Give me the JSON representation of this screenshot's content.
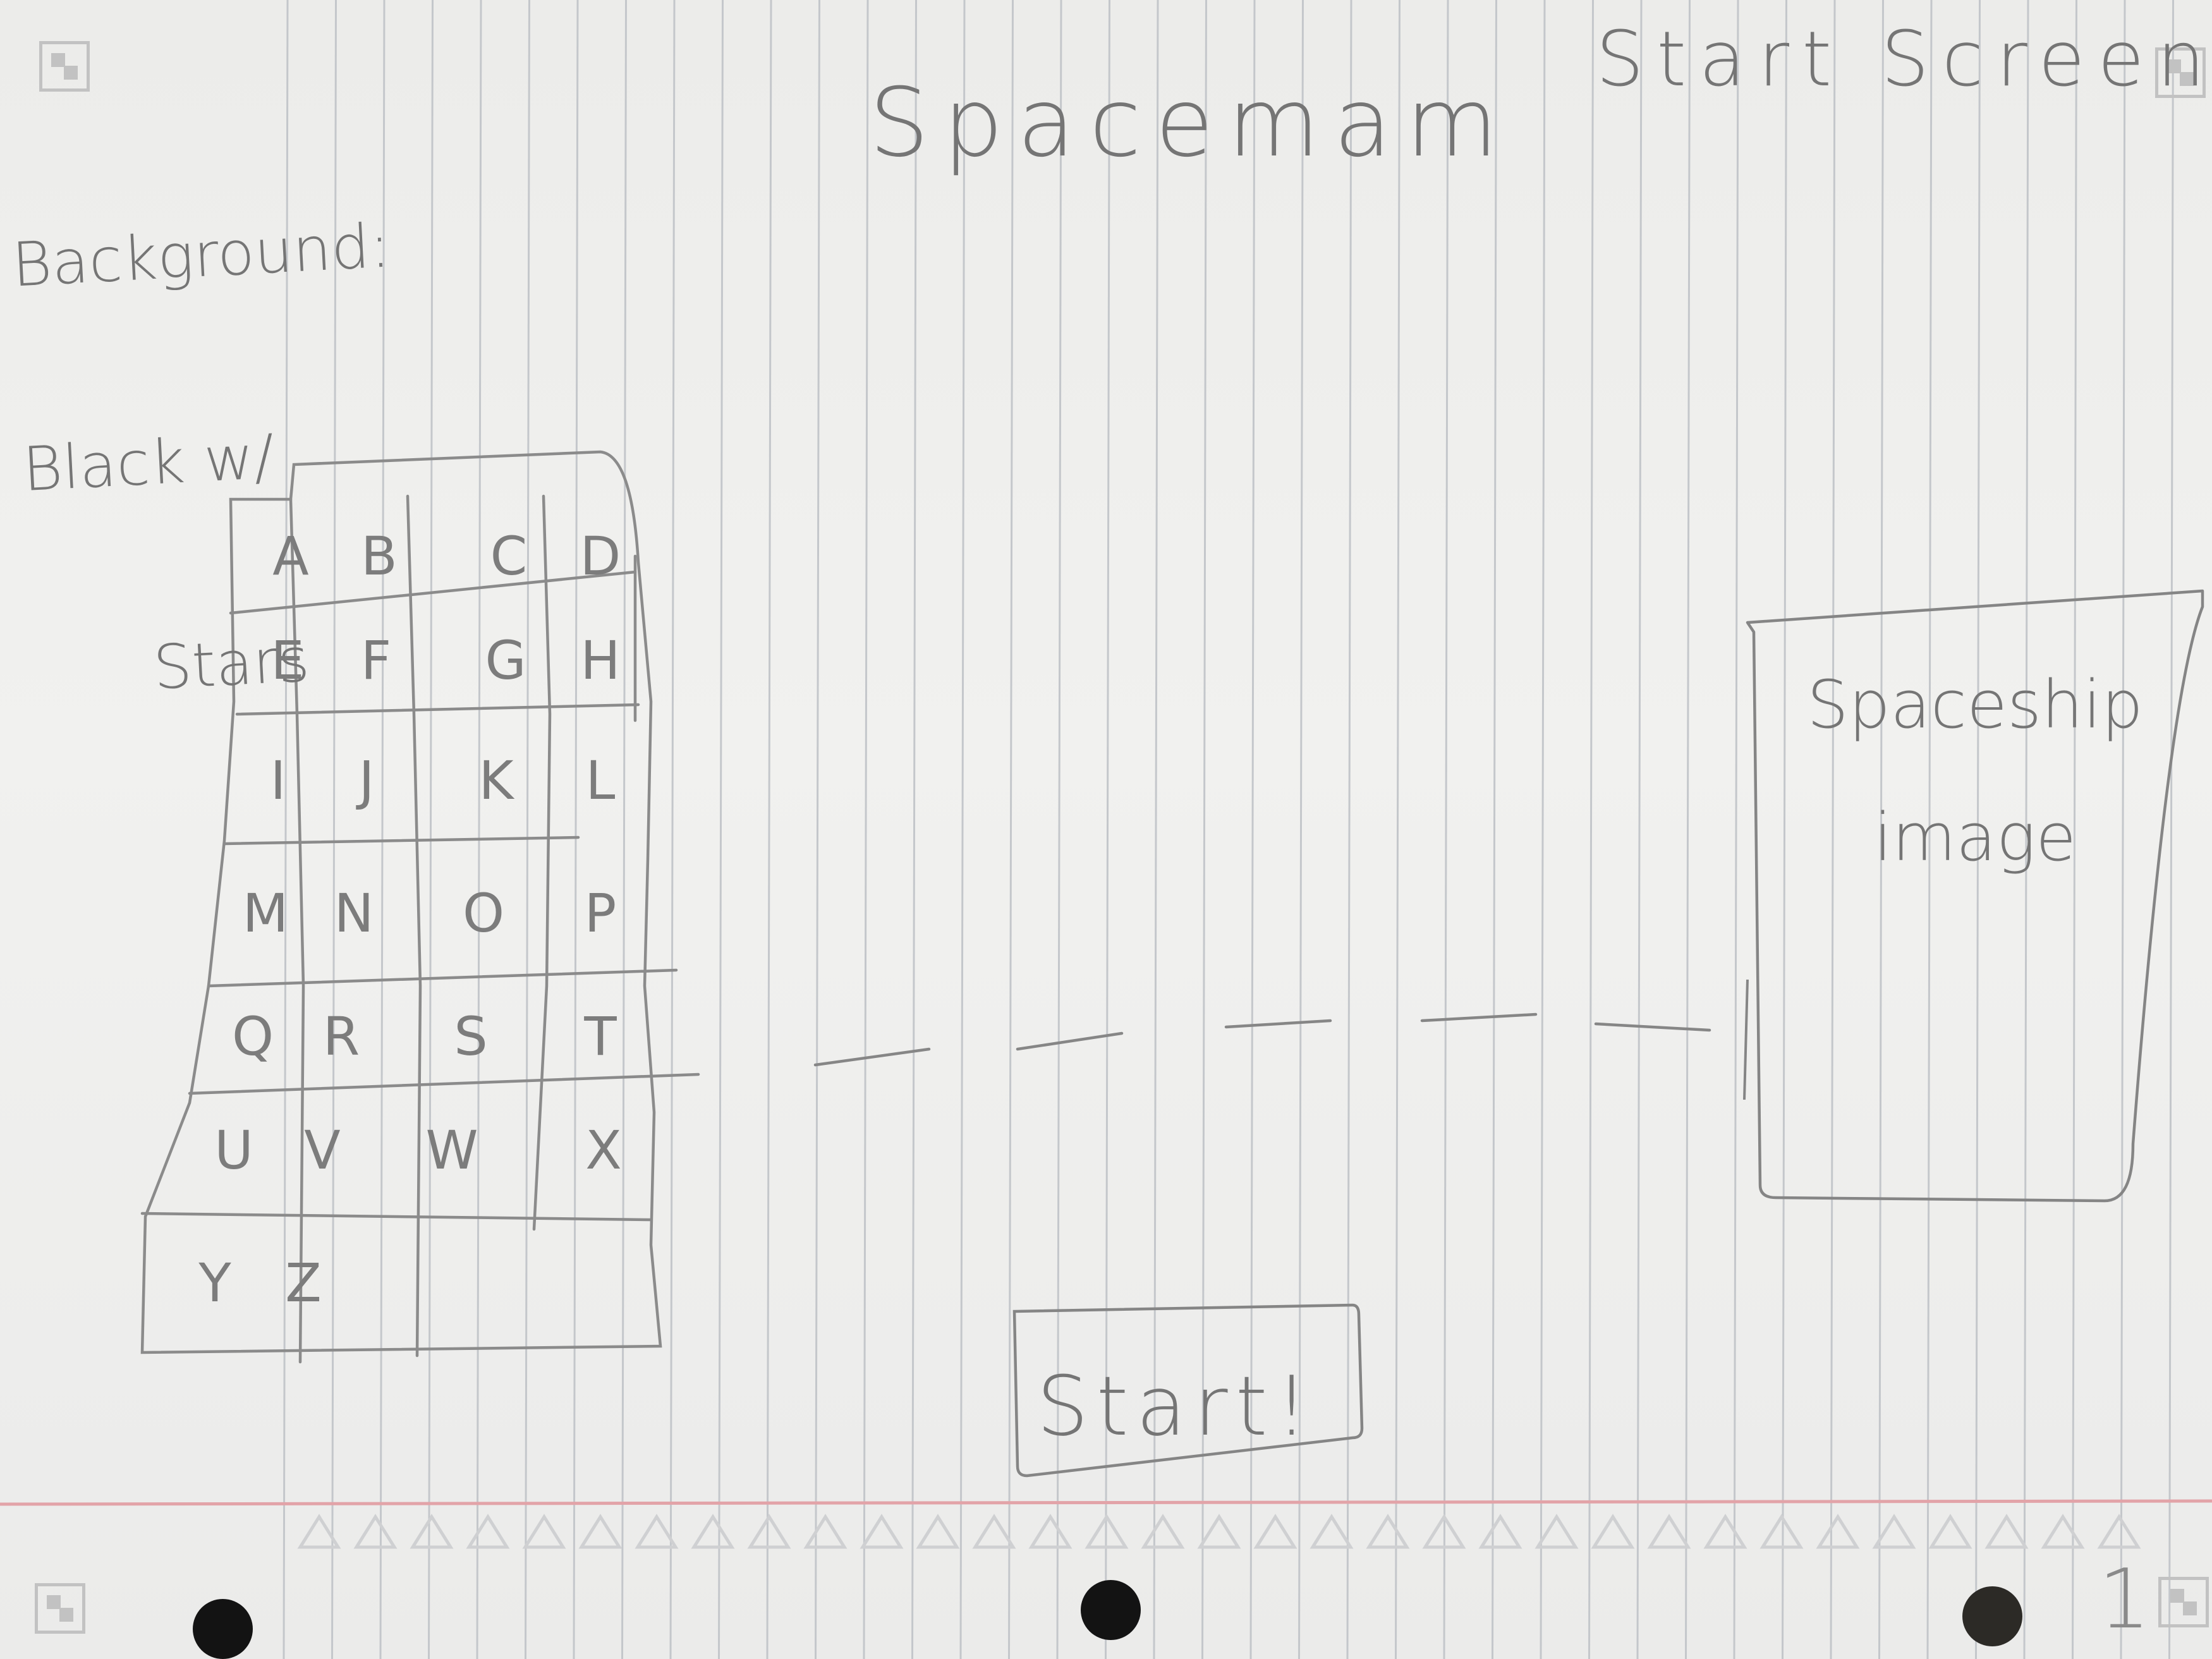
{
  "page": {
    "page_number": "1"
  },
  "annotations": {
    "background_note": [
      "Background:",
      "Black w/",
      "Stars"
    ],
    "screen_label": "Start Screen"
  },
  "header": {
    "title": "Spacemam"
  },
  "keyboard": {
    "rows": [
      [
        "A",
        "B",
        "C",
        "D"
      ],
      [
        "E",
        "F",
        "G",
        "H"
      ],
      [
        "I",
        "J",
        "K",
        "L"
      ],
      [
        "M",
        "N",
        "O",
        "P"
      ],
      [
        "Q",
        "R",
        "S",
        "T"
      ],
      [
        "U",
        "V",
        "W",
        "X"
      ],
      [
        "Y",
        "Z",
        "",
        ""
      ]
    ]
  },
  "word": {
    "blank_count": 5
  },
  "spaceship": {
    "label": "Spaceship\nimage"
  },
  "start_button": {
    "label": "Start!"
  },
  "colors": {
    "pencil": "#7a7a7a",
    "margin_line": "#e2a3a8",
    "rule_line": "#c4c7cb",
    "paper": "#eeeeec"
  }
}
